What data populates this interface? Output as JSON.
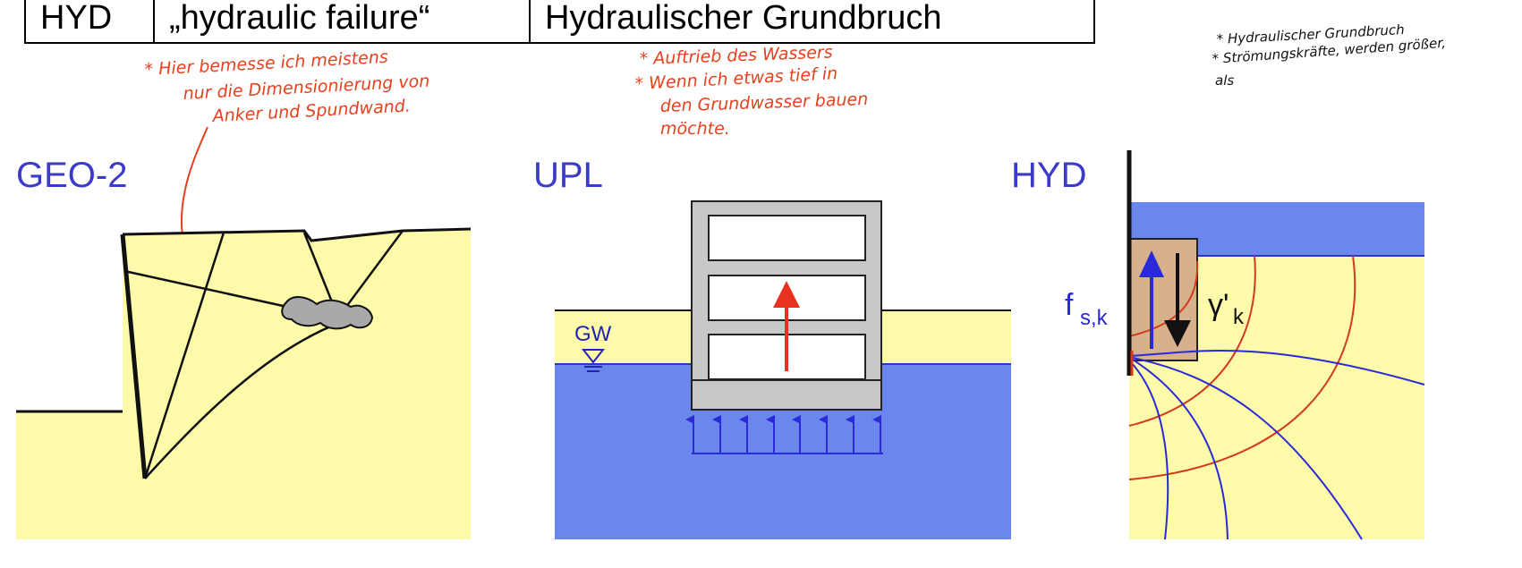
{
  "table": {
    "abbr": "HYD",
    "english": "„hydraulic failure“",
    "german": "Hydraulischer Grundbruch"
  },
  "annotations": {
    "note_left": [
      "* Hier bemesse ich meistens",
      "nur die Dimensionierung von",
      "Anker und Spundwand."
    ],
    "note_middle": [
      "* Auftrieb des Wassers",
      "* Wenn ich etwas tief in",
      "den Grundwasser bauen",
      "möchte."
    ],
    "note_right": [
      "* Hydraulischer Grundbruch",
      "* Strömungskräfte, werden größer,",
      "als"
    ]
  },
  "panels": {
    "geo2": {
      "title": "GEO-2"
    },
    "upl": {
      "title": "UPL",
      "gw_label": "GW"
    },
    "hyd": {
      "title": "HYD",
      "force_label": "f",
      "force_sub": "s,k",
      "weight_label": "γ'",
      "weight_sub": "k"
    }
  },
  "colors": {
    "soil": "#fdfaaa",
    "water": "#6b87ee",
    "water_dark": "#5b7ae6",
    "title_blue": "#3b3bc8",
    "annotation_red": "#e8411f",
    "arrow_red": "#e8321f",
    "prism_brown": "#d7b08e",
    "concrete": "#c8c8c8",
    "anchor_gray": "#a9a9a9"
  }
}
